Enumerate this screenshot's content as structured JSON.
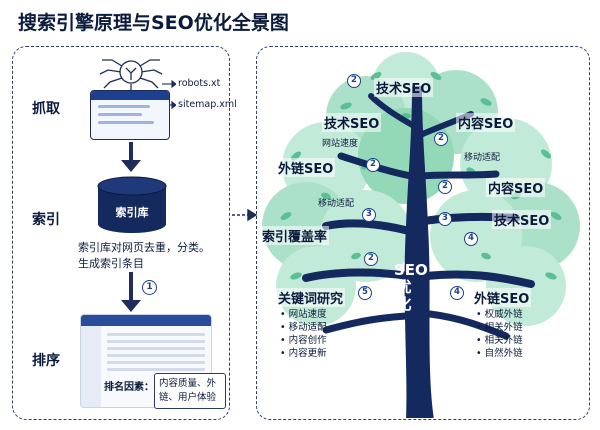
{
  "title": "搜索引擎原理与SEO优化全景图",
  "left": {
    "stages": {
      "crawl": "抓取",
      "index": "索引",
      "rank": "排序"
    },
    "crawl": {
      "robots": "robots.xt",
      "sitemap": "sitemap.xml"
    },
    "index": {
      "db_label": "索引库",
      "desc_lines": [
        "索引库对网页去重，分类。",
        "生成索引条目"
      ]
    },
    "step_number": "1",
    "rank": {
      "factor_label": "排名因素：",
      "factor_lines": [
        "内容质量、外",
        "链、用户体验"
      ]
    }
  },
  "tree": {
    "trunk_label": "SEO优化",
    "branch_labels": {
      "top": "技术SEO",
      "upper_left": "技术SEO",
      "upper_right": "内容SEO",
      "mid_left": "外链SEO",
      "mid_right": "内容SEO",
      "right_tech": "技术SEO",
      "index_coverage": "索引覆盖率",
      "keyword_research": "关键词研究",
      "link_seo": "外链SEO"
    },
    "small_labels": {
      "site_speed": "网站速度",
      "mobile_adapt_right": "移动适配",
      "mobile_adapt_left": "移动适配"
    },
    "numbers": [
      "2",
      "2",
      "2",
      "2",
      "2",
      "3",
      "3",
      "4",
      "4",
      "5"
    ],
    "keyword_list": [
      "网站速度",
      "移动适配",
      "内容创作",
      "内容更新"
    ],
    "link_list": [
      "权威外链",
      "相关外链",
      "相关外链",
      "自然外链"
    ]
  },
  "colors": {
    "navy": "#14295e",
    "leaf_light": "#bfe9d6",
    "leaf_mid": "#8ed6b4",
    "leaf_dark": "#5bbf95",
    "accent_blue": "#1d3f8f"
  }
}
